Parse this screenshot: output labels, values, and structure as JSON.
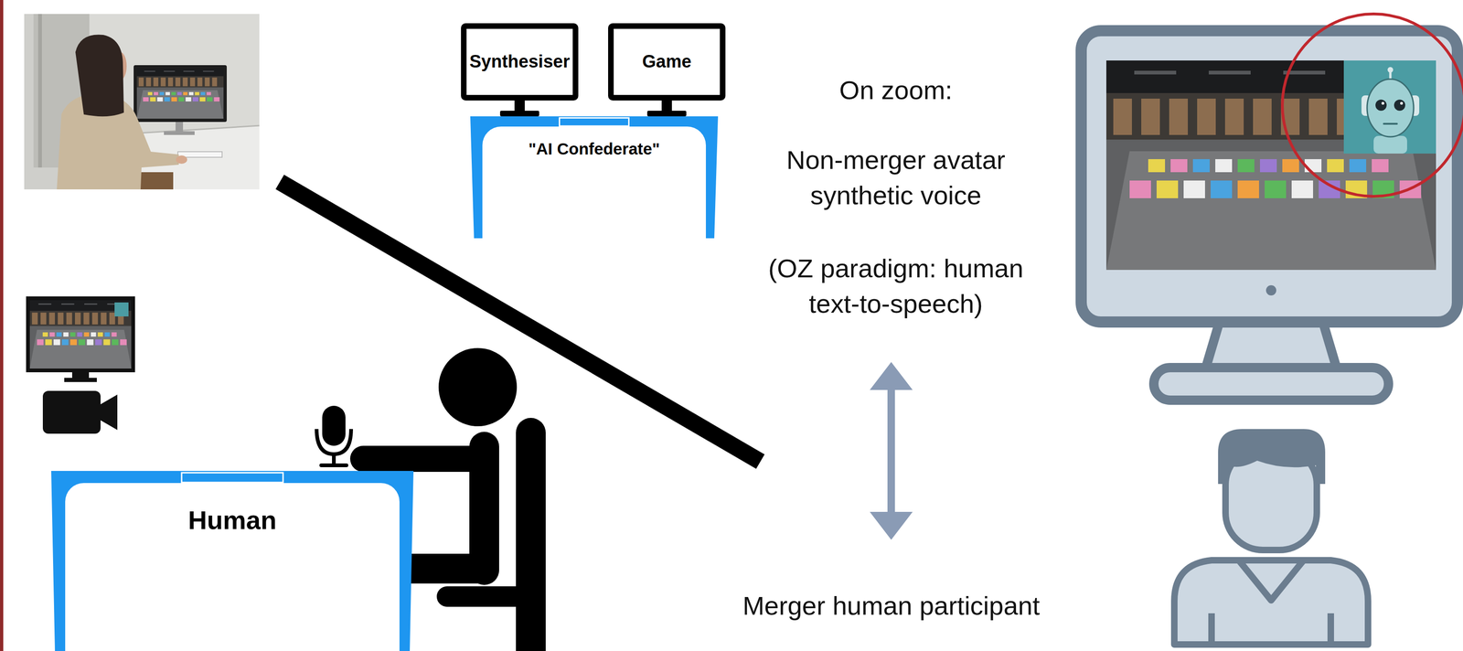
{
  "diagram": {
    "nodes": [
      {
        "text": [
          "Synthesiser"
        ]
      },
      {
        "text": [
          "Game"
        ]
      },
      {
        "text": [
          "\"AI Confederate\""
        ]
      },
      {
        "text": [
          "Human"
        ]
      }
    ],
    "labels": [
      "On zoom:",
      "Non-merger avatar synthetic voice",
      "(OZ paradigm: human text-to-speech)",
      "Merger human participant"
    ]
  }
}
